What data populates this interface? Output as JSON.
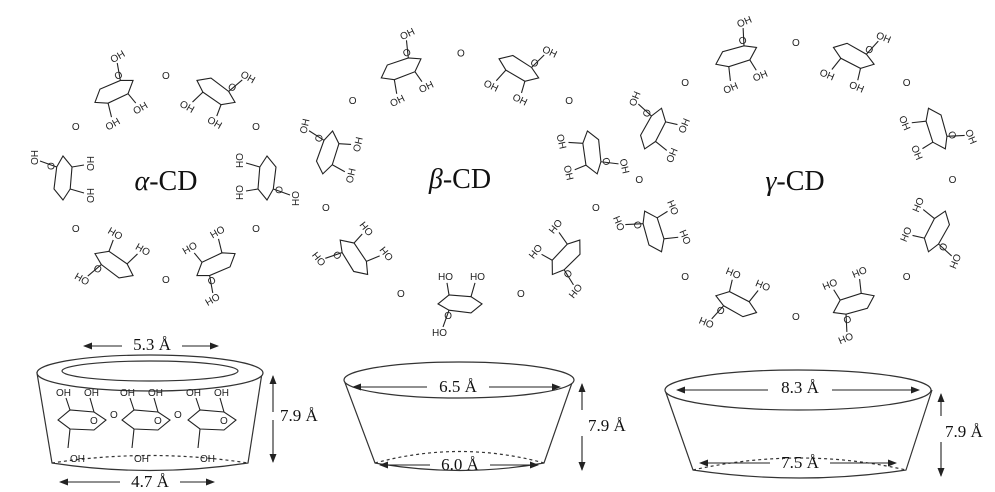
{
  "colors": {
    "ink": "#222222",
    "background": "#ffffff"
  },
  "molecules": [
    {
      "id": "alpha",
      "greek": "α",
      "suffix": "-CD",
      "units": 6,
      "outer_dim": "5.3 Å",
      "inner_dim": "4.7 Å",
      "height_dim": "7.9 Å",
      "substituent": "OH",
      "ring_atom": "O"
    },
    {
      "id": "beta",
      "greek": "β",
      "suffix": "-CD",
      "units": 7,
      "outer_dim": "6.5 Å",
      "inner_dim": "6.0 Å",
      "height_dim": "7.9 Å",
      "substituent": "OH",
      "ring_atom": "O"
    },
    {
      "id": "gamma",
      "greek": "γ",
      "suffix": "-CD",
      "units": 8,
      "outer_dim": "8.3 Å",
      "inner_dim": "7.5 Å",
      "height_dim": "7.9 Å",
      "substituent": "OH",
      "ring_atom": "O"
    }
  ]
}
